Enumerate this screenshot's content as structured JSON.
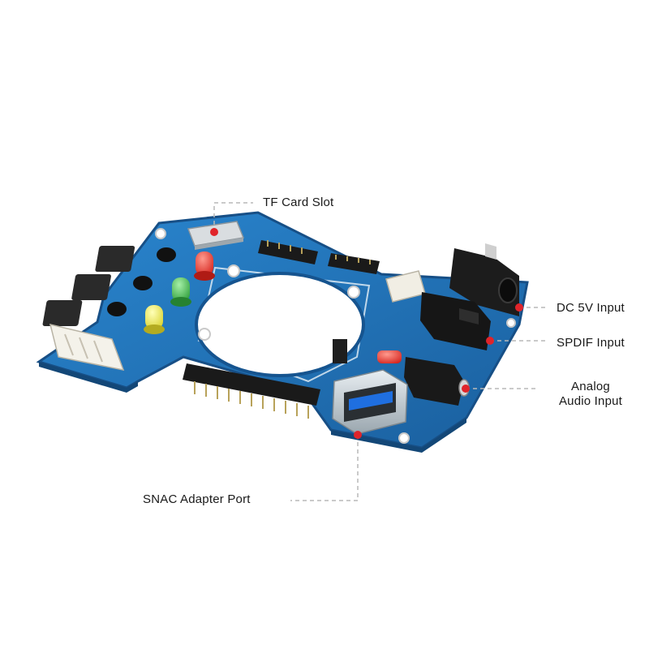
{
  "callouts": {
    "tf_card": "TF Card Slot",
    "dc_input": "DC 5V Input",
    "spdif_input": "SPDIF Input",
    "analog_line1": "Analog",
    "analog_line2": "Audio Input",
    "snac_port": "SNAC Adapter Port"
  },
  "board": {
    "pcb_color": "#1f6fb5",
    "pcb_edge_color": "#174f86",
    "marker_color": "#e0242a",
    "leader_color": "#b8b8b8"
  },
  "leds": [
    {
      "color": "#e8302a"
    },
    {
      "color": "#3fb34a"
    },
    {
      "color": "#e3e23a"
    }
  ]
}
